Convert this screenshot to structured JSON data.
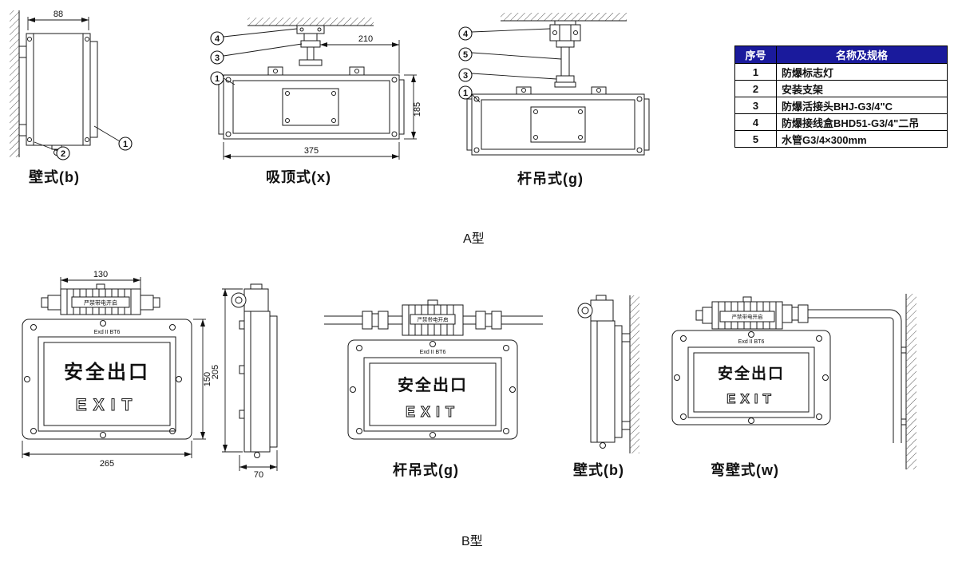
{
  "colors": {
    "table_header_bg": "#1a1a9c",
    "table_header_text": "#ffffff",
    "line": "#1a1a1a"
  },
  "sections": {
    "type_a_label": "A型",
    "type_b_label": "B型"
  },
  "parts_table": {
    "col1_header": "序号",
    "col2_header": "名称及规格",
    "rows": [
      {
        "no": "1",
        "name": "防爆标志灯"
      },
      {
        "no": "2",
        "name": "安装支架"
      },
      {
        "no": "3",
        "name": "防爆活接头BHJ-G3/4\"C"
      },
      {
        "no": "4",
        "name": "防爆接线盒BHD51-G3/4\"二吊"
      },
      {
        "no": "5",
        "name": "水管G3/4×300mm"
      }
    ]
  },
  "callouts": {
    "c1": "1",
    "c2": "2",
    "c3": "3",
    "c4": "4",
    "c5": "5"
  },
  "type_a": {
    "wall": {
      "label": "壁式(b)",
      "dim_width": "88"
    },
    "ceiling": {
      "label": "吸顶式(x)",
      "dim_offset": "210",
      "dim_height": "185",
      "dim_width": "375"
    },
    "rod": {
      "label": "杆吊式(g)"
    }
  },
  "type_b": {
    "sign": {
      "line1": "安全出口",
      "line2": "EXIT",
      "cert": "Exd II BT6",
      "warning": "严禁带电开启"
    },
    "front": {
      "dim_top": "130",
      "dim_height": "150",
      "dim_width": "265"
    },
    "side": {
      "dim_height": "205",
      "dim_depth": "70"
    },
    "rod": {
      "label": "杆吊式(g)"
    },
    "wall": {
      "label": "壁式(b)"
    },
    "bent": {
      "label": "弯壁式(w)"
    }
  }
}
